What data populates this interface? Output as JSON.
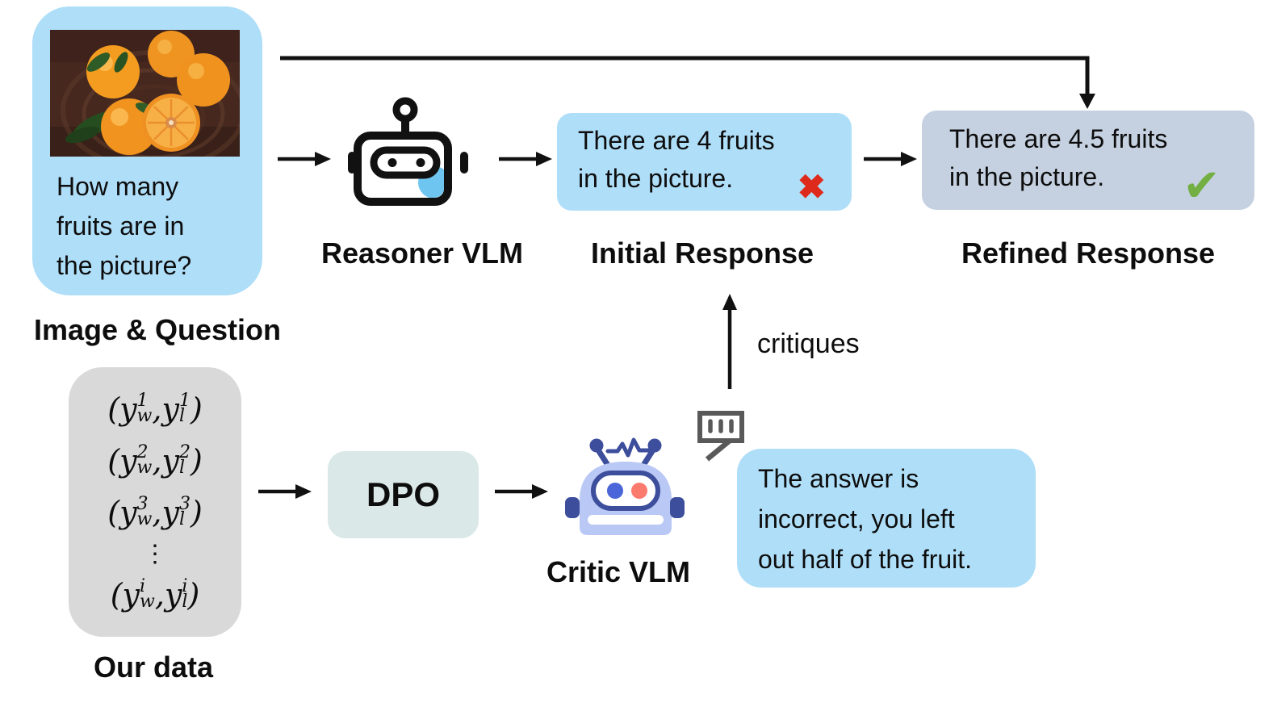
{
  "image_question": {
    "question_lines": [
      "How many",
      "fruits are in",
      "the picture?"
    ],
    "label": "Image & Question",
    "photo": "basket-of-oranges"
  },
  "reasoner": {
    "label": "Reasoner VLM"
  },
  "initial_response": {
    "lines": [
      "There are 4 fruits",
      "in the picture."
    ],
    "mark": "✖",
    "status": "incorrect",
    "label": "Initial Response"
  },
  "refined_response": {
    "lines": [
      "There are 4.5 fruits",
      "in the picture."
    ],
    "mark": "✔",
    "status": "correct",
    "label": "Refined Response"
  },
  "critiques_arrow": {
    "label": "critiques"
  },
  "our_data": {
    "label": "Our data",
    "rows": [
      "(y_w^1, y_l^1)",
      "(y_w^2, y_l^2)",
      "(y_w^3, y_l^3)",
      "⋮",
      "(y_w^i, y_l^i)"
    ]
  },
  "dpo": {
    "label": "DPO"
  },
  "critic": {
    "label": "Critic VLM"
  },
  "critique_bubble": {
    "lines": [
      "The answer is",
      "incorrect, you left",
      "out half of the fruit."
    ]
  },
  "colors": {
    "bubble_blue": "#AFDEF8",
    "refined_blue_gray": "#C5D1E0",
    "data_gray": "#D9D9D9",
    "dpo_mint": "#DBE8E8",
    "cross_red": "#DE2A1B",
    "check_green": "#73AF43",
    "arrow_black": "#111111",
    "reasoner_accent_blue": "#6EC5EF",
    "critic_light": "#B9C8F4",
    "critic_dark": "#3D4E9C",
    "critic_eye_blue": "#4A66D9",
    "critic_eye_red": "#FA7A6E",
    "speech_gray": "#595959"
  }
}
